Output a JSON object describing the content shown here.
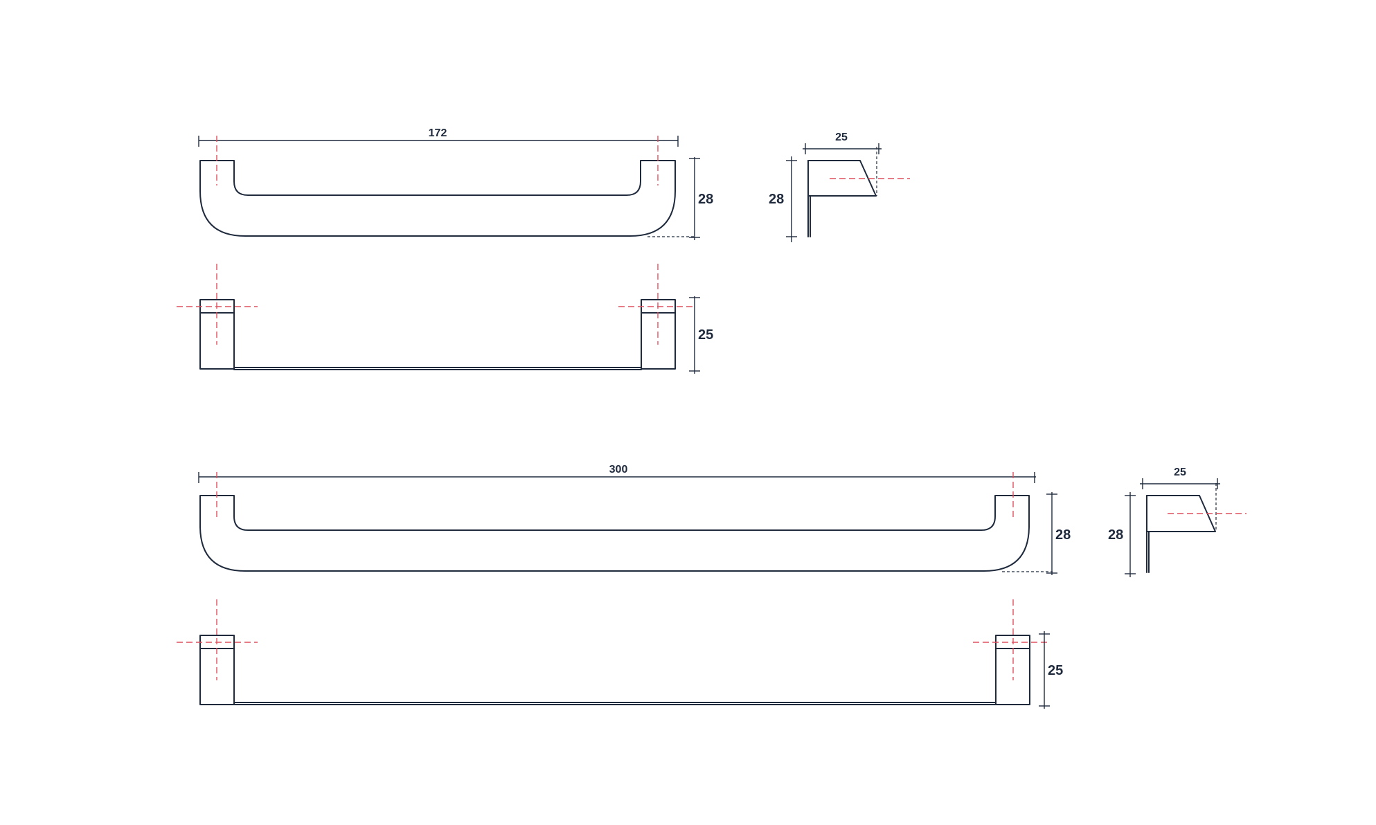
{
  "colors": {
    "outline": "#1f2a3d",
    "centerline": "#e0505f",
    "background": "#ffffff"
  },
  "drawings": [
    {
      "dimensions": {
        "length": "172",
        "height_front": "28",
        "depth_top": "25",
        "side_width": "25",
        "side_height": "28"
      }
    },
    {
      "dimensions": {
        "length": "300",
        "height_front": "28",
        "depth_top": "25",
        "side_width": "25",
        "side_height": "28"
      }
    }
  ]
}
